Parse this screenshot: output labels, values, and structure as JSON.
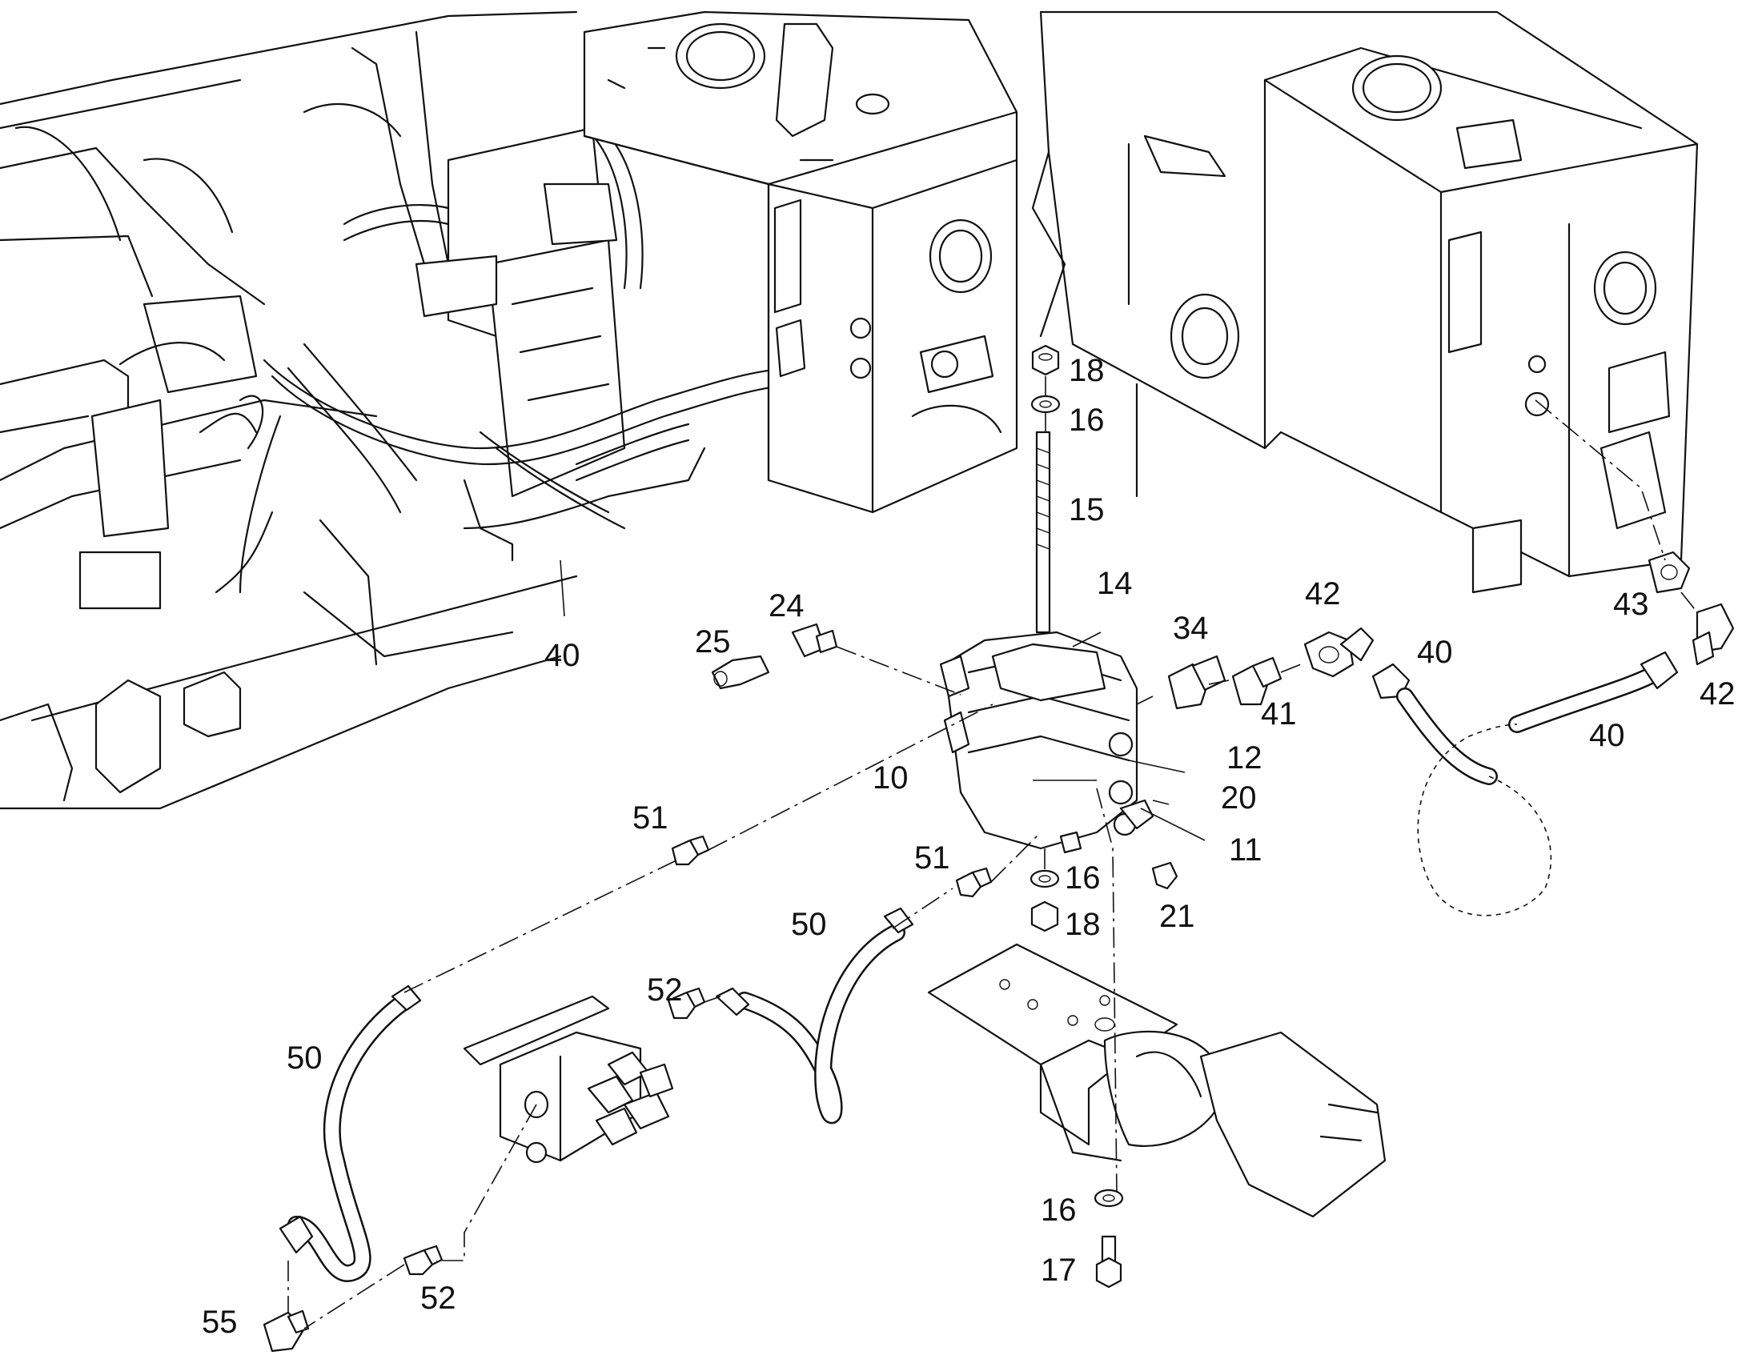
{
  "callouts": [
    {
      "id": "c18a",
      "text": "18"
    },
    {
      "id": "c16a",
      "text": "16"
    },
    {
      "id": "c15",
      "text": "15"
    },
    {
      "id": "c14",
      "text": "14"
    },
    {
      "id": "c34",
      "text": "34"
    },
    {
      "id": "c42a",
      "text": "42"
    },
    {
      "id": "c43",
      "text": "43"
    },
    {
      "id": "c40a",
      "text": "40"
    },
    {
      "id": "c40b",
      "text": "40"
    },
    {
      "id": "c42b",
      "text": "42"
    },
    {
      "id": "c40c",
      "text": "40"
    },
    {
      "id": "c24",
      "text": "24"
    },
    {
      "id": "c25",
      "text": "25"
    },
    {
      "id": "c41",
      "text": "41"
    },
    {
      "id": "c12",
      "text": "12"
    },
    {
      "id": "c10",
      "text": "10"
    },
    {
      "id": "c20",
      "text": "20"
    },
    {
      "id": "c11",
      "text": "11"
    },
    {
      "id": "c51a",
      "text": "51"
    },
    {
      "id": "c51b",
      "text": "51"
    },
    {
      "id": "c16b",
      "text": "16"
    },
    {
      "id": "c18b",
      "text": "18"
    },
    {
      "id": "c21",
      "text": "21"
    },
    {
      "id": "c50a",
      "text": "50"
    },
    {
      "id": "c52a",
      "text": "52"
    },
    {
      "id": "c50b",
      "text": "50"
    },
    {
      "id": "c16c",
      "text": "16"
    },
    {
      "id": "c17",
      "text": "17"
    },
    {
      "id": "c55",
      "text": "55"
    },
    {
      "id": "c52b",
      "text": "52"
    }
  ]
}
